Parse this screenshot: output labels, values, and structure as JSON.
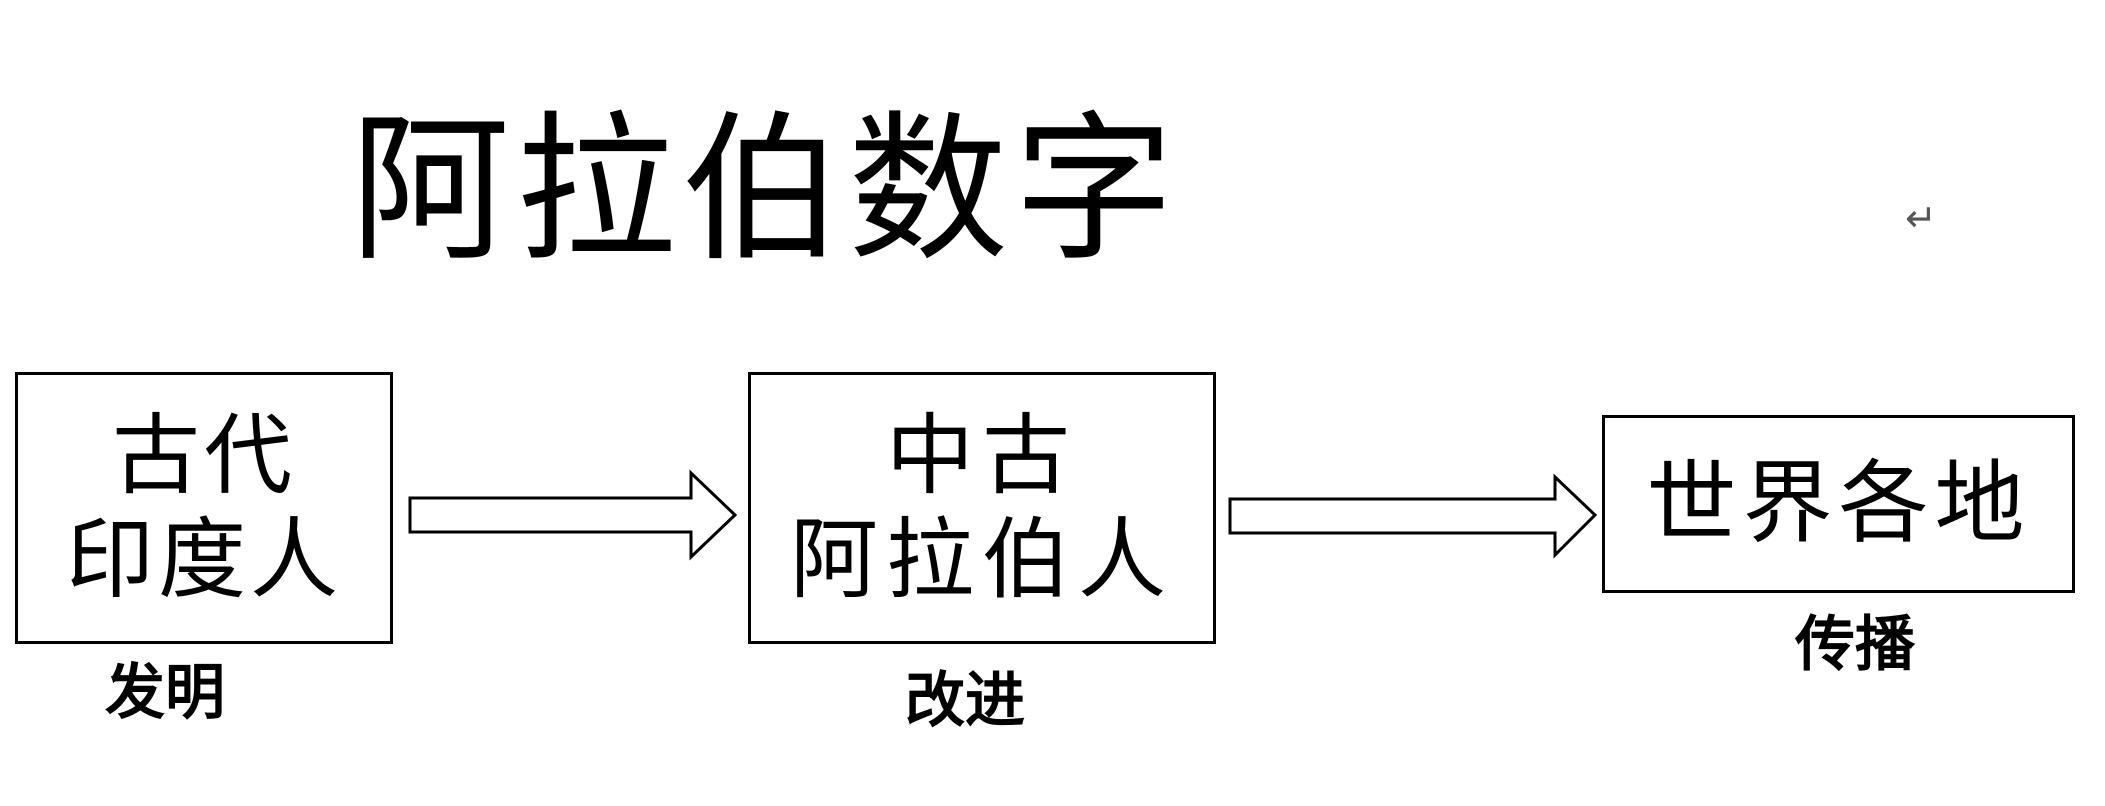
{
  "title": "阿拉伯数字",
  "return_mark": "↵",
  "stages": [
    {
      "lines": [
        "古代",
        "印度人"
      ],
      "action": "发明"
    },
    {
      "lines": [
        "中古",
        "阿拉伯人"
      ],
      "action": "改进"
    },
    {
      "lines": [
        "世界各地"
      ],
      "action": "传播"
    }
  ]
}
